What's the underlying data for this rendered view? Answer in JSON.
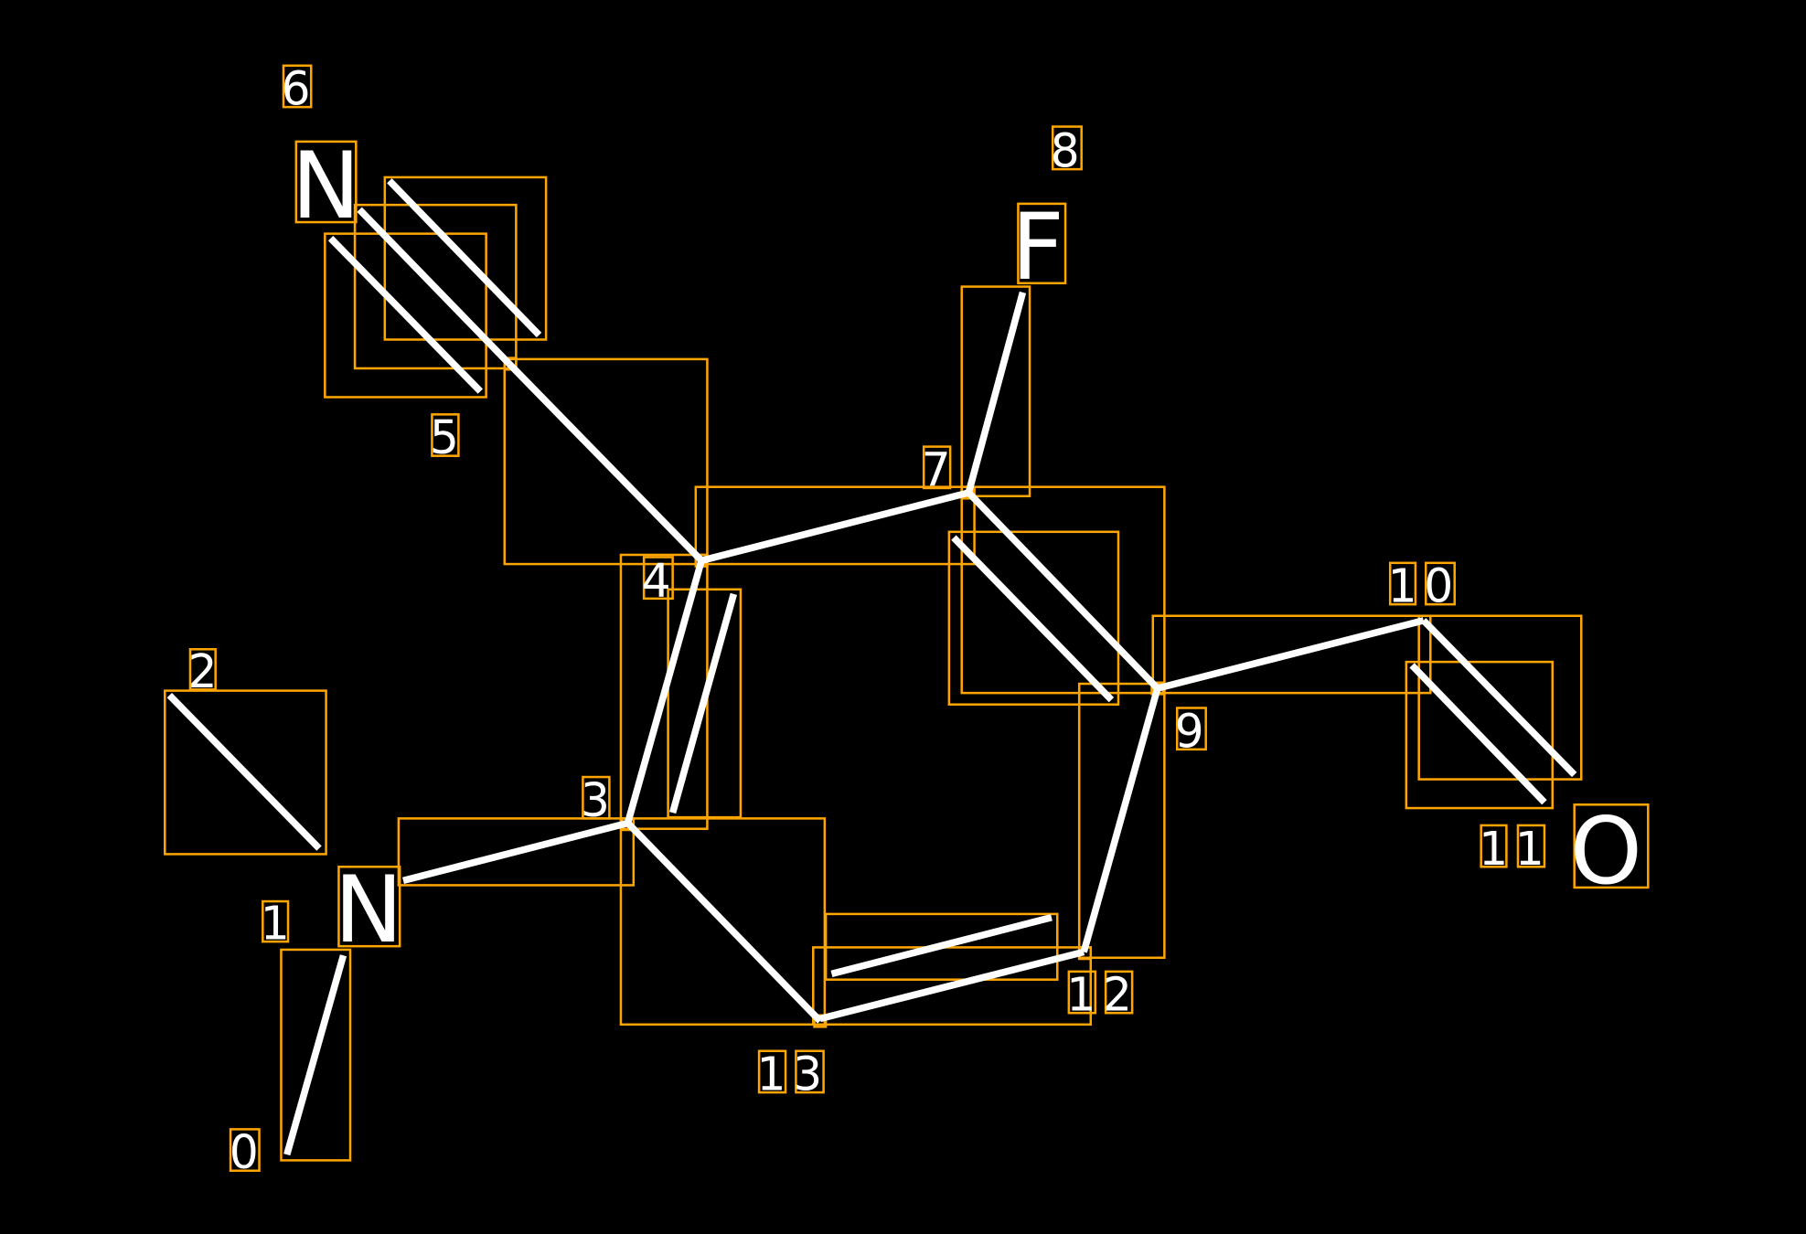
{
  "colors": {
    "background": "#000000",
    "bond": "#FFFFFF",
    "box": "#FFA500"
  },
  "atoms": {
    "n_top": "N",
    "f": "F",
    "n_bottom": "N",
    "o": "O"
  },
  "indices": [
    "0",
    "1",
    "2",
    "3",
    "4",
    "5",
    "6",
    "7",
    "8",
    "9",
    "10",
    "11",
    "12",
    "13"
  ]
}
